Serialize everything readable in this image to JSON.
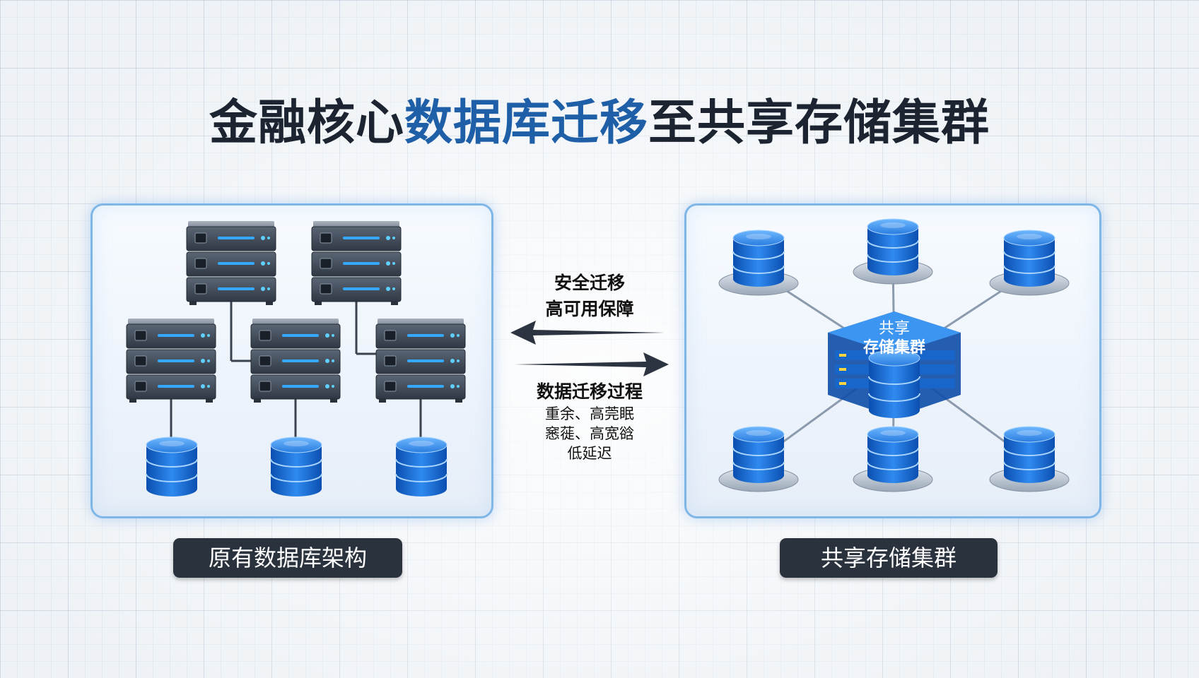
{
  "title": {
    "part1": "金融核心",
    "part2": "数据库迁移",
    "part3": "至共享存储集群"
  },
  "middle": {
    "secure_line1": "安全迁移",
    "secure_line2": "高可用保障",
    "process_title": "数据迁移过程",
    "process_line1": "重余、高莞眠",
    "process_line2": "窸蓰、高宽谽",
    "process_line3": "低延迟"
  },
  "cluster_hub_label": {
    "line1": "共享",
    "line2": "存储集群"
  },
  "labels": {
    "left": "原有数据库架构",
    "right": "共享存储集群"
  },
  "colors": {
    "accent": "#1e5fa8",
    "panel_border": "#7fb6e8",
    "label_bg": "#2a323d"
  }
}
